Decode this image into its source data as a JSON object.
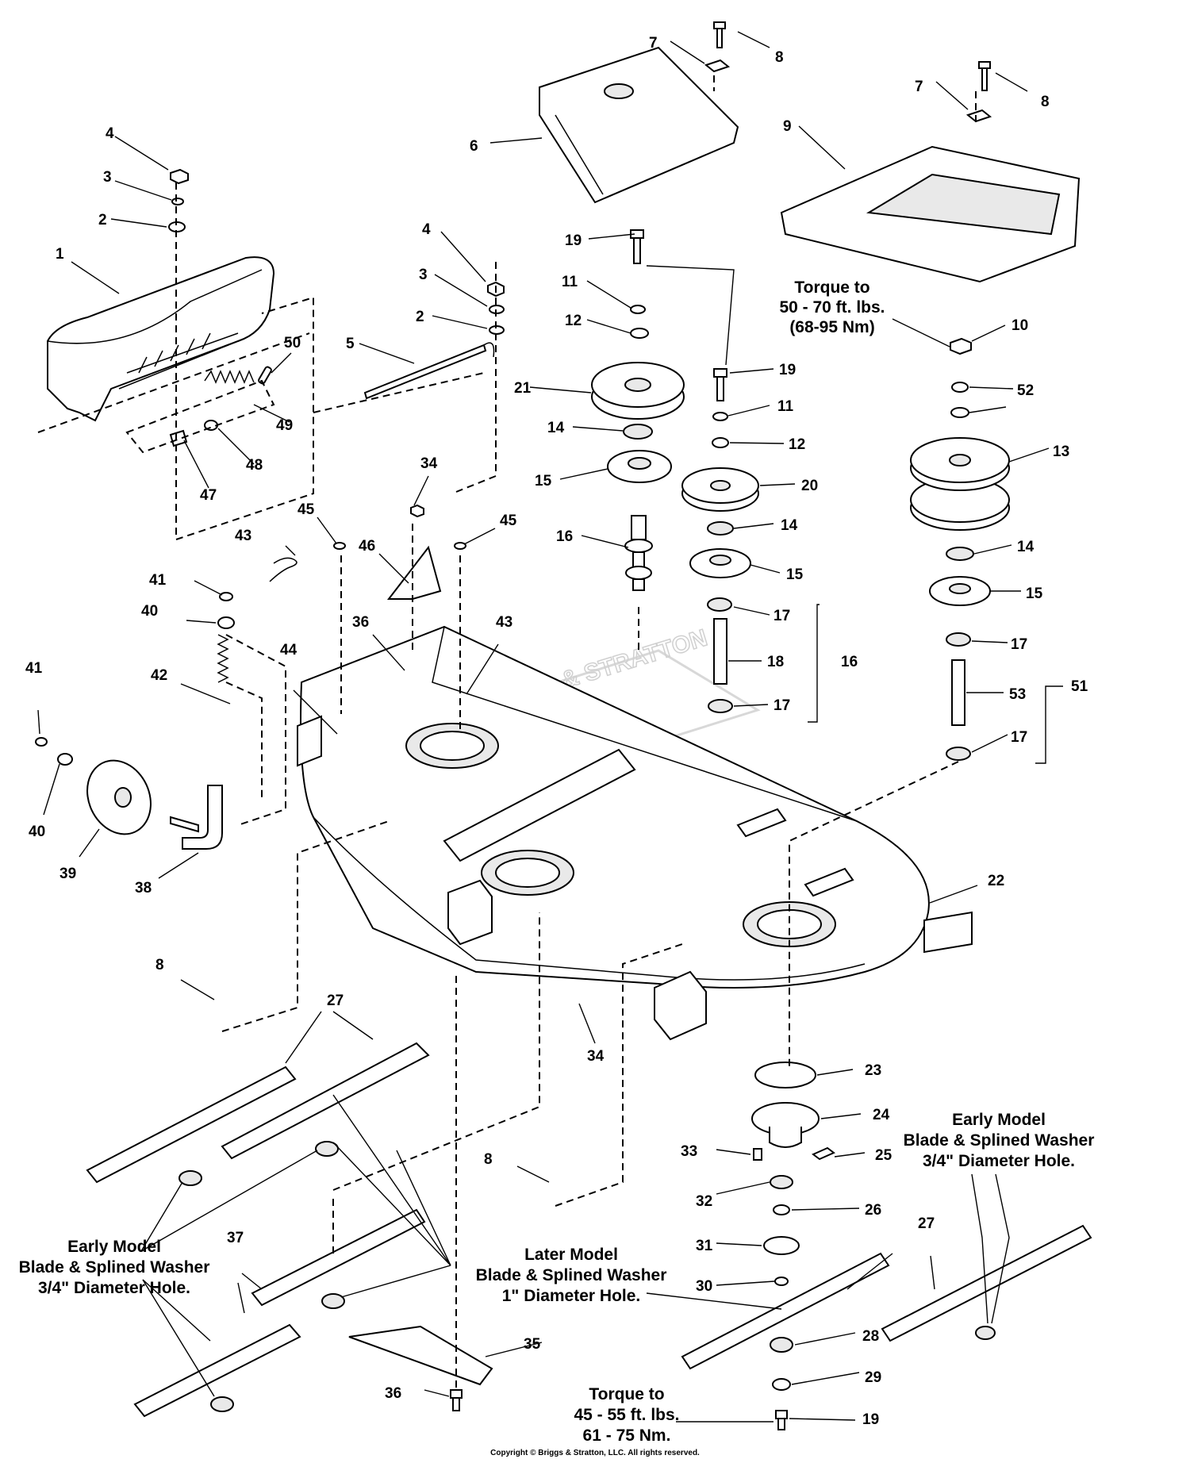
{
  "callouts": {
    "c1": "1",
    "c2a": "2",
    "c3a": "3",
    "c4a": "4",
    "c2b": "2",
    "c3b": "3",
    "c4b": "4",
    "c5": "5",
    "c6": "6",
    "c7a": "7",
    "c8a": "8",
    "c7b": "7",
    "c8b": "8",
    "c9": "9",
    "c10": "10",
    "c11a": "11",
    "c12a": "12",
    "c19a": "19",
    "c21": "21",
    "c14a": "14",
    "c15a": "15",
    "c16a": "16",
    "c19b": "19",
    "c11b": "11",
    "c12b": "12",
    "c20": "20",
    "c14b": "14",
    "c15b": "15",
    "c17a": "17",
    "c18": "18",
    "c17b": "17",
    "c16b": "16",
    "c52": "52",
    "c13": "13",
    "c14c": "14",
    "c15c": "15",
    "c17c": "17",
    "c53": "53",
    "c17d": "17",
    "c51": "51",
    "c50": "50",
    "c49": "49",
    "c48": "48",
    "c47": "47",
    "c34a": "34",
    "c45a": "45",
    "c45b": "45",
    "c46": "46",
    "c43a": "43",
    "c43b": "43",
    "c41a": "41",
    "c40a": "40",
    "c36a": "36",
    "c44": "44",
    "c42": "42",
    "c41b": "41",
    "c40b": "40",
    "c39": "39",
    "c38": "38",
    "c22": "22",
    "c8c": "8",
    "c34b": "34",
    "c27a": "27",
    "c8d": "8",
    "c23": "23",
    "c24": "24",
    "c33": "33",
    "c25": "25",
    "c32": "32",
    "c26": "26",
    "c31": "31",
    "c30": "30",
    "c27b": "27",
    "c37": "37",
    "c35": "35",
    "c36b": "36",
    "c28": "28",
    "c29": "29",
    "c19c": "19"
  },
  "notes": {
    "torque_top": [
      "Torque to",
      "50 - 70 ft. lbs.",
      "(68-95 Nm)"
    ],
    "early_right": [
      "Early Model",
      "Blade & Splined Washer",
      "3/4\" Diameter Hole."
    ],
    "early_left": [
      "Early Model",
      "Blade & Splined Washer",
      "3/4\" Diameter Hole."
    ],
    "later_mid": [
      "Later Model",
      "Blade & Splined Washer",
      "1\" Diameter Hole."
    ],
    "torque_bottom": [
      "Torque to",
      "45 - 55 ft. lbs.",
      "61 - 75 Nm."
    ]
  },
  "copyright": "Copyright © Briggs & Stratton, LLC. All rights reserved.",
  "watermark": "BRIGGS & STRATTON"
}
